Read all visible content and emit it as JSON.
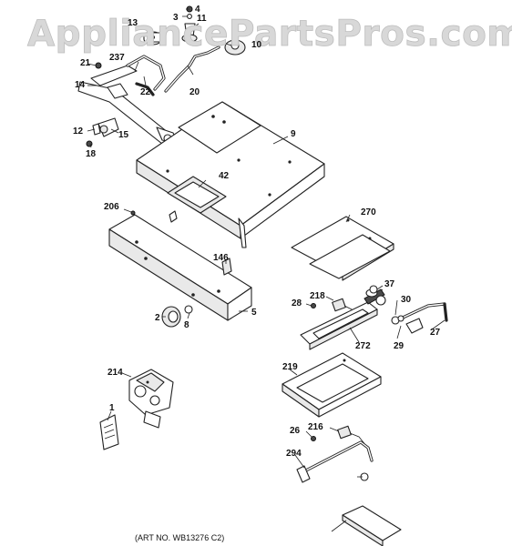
{
  "watermark": "AppliancePartsPros.com",
  "art_number": "(ART NO. WB13276 C2)",
  "callouts": [
    "4",
    "3",
    "11",
    "13",
    "10",
    "21",
    "237",
    "14",
    "22",
    "20",
    "9",
    "12",
    "15",
    "18",
    "42",
    "206",
    "270",
    "146",
    "37",
    "28",
    "218",
    "30",
    "2",
    "8",
    "5",
    "29",
    "27",
    "272",
    "214",
    "219",
    "1",
    "26",
    "216",
    "294"
  ]
}
